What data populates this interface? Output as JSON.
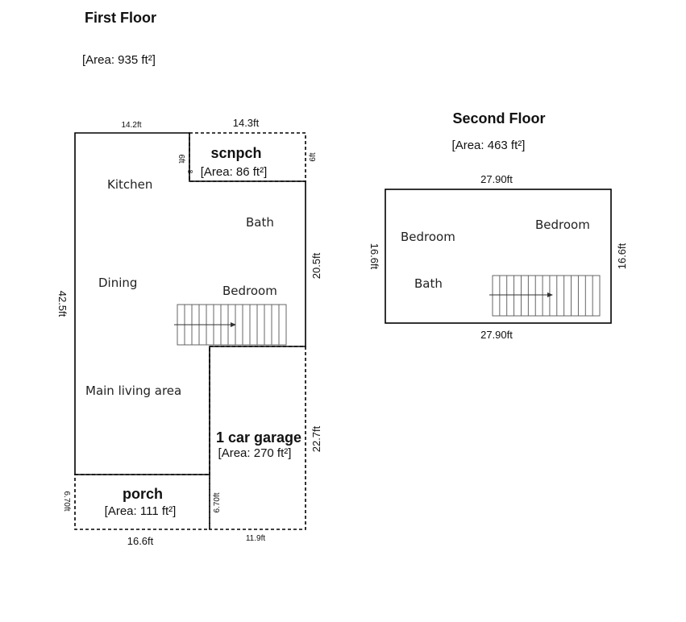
{
  "first_floor": {
    "title": "First Floor",
    "area": "[Area: 935 ft²]",
    "dims": {
      "top_left": "14.2ft",
      "top_right": "14.3ft",
      "left": "42.5ft",
      "right_upper": "20.5ft",
      "right_lower": "22.7ft",
      "bottom_left": "16.6ft",
      "bottom_right": "11.9ft",
      "porch_left": "6.70ft",
      "porch_right": "6.70ft",
      "scnpch_left": "6ft",
      "scnpch_right": "6ft"
    },
    "rooms": {
      "kitchen": "Kitchen",
      "bath": "Bath",
      "dining": "Dining",
      "bedroom": "Bedroom",
      "living": "Main living area"
    },
    "scnpch": {
      "name": "scnpch",
      "area": "[Area: 86 ft²]"
    },
    "garage": {
      "name": "1 car garage",
      "area": "[Area: 270 ft²]"
    },
    "porch": {
      "name": "porch",
      "area": "[Area: 111 ft²]"
    }
  },
  "second_floor": {
    "title": "Second Floor",
    "area": "[Area: 463 ft²]",
    "dims": {
      "top": "27.90ft",
      "bottom": "27.90ft",
      "left": "16.6ft",
      "right": "16.6ft"
    },
    "rooms": {
      "bedroom_left": "Bedroom",
      "bedroom_right": "Bedroom",
      "bath": "Bath"
    }
  }
}
